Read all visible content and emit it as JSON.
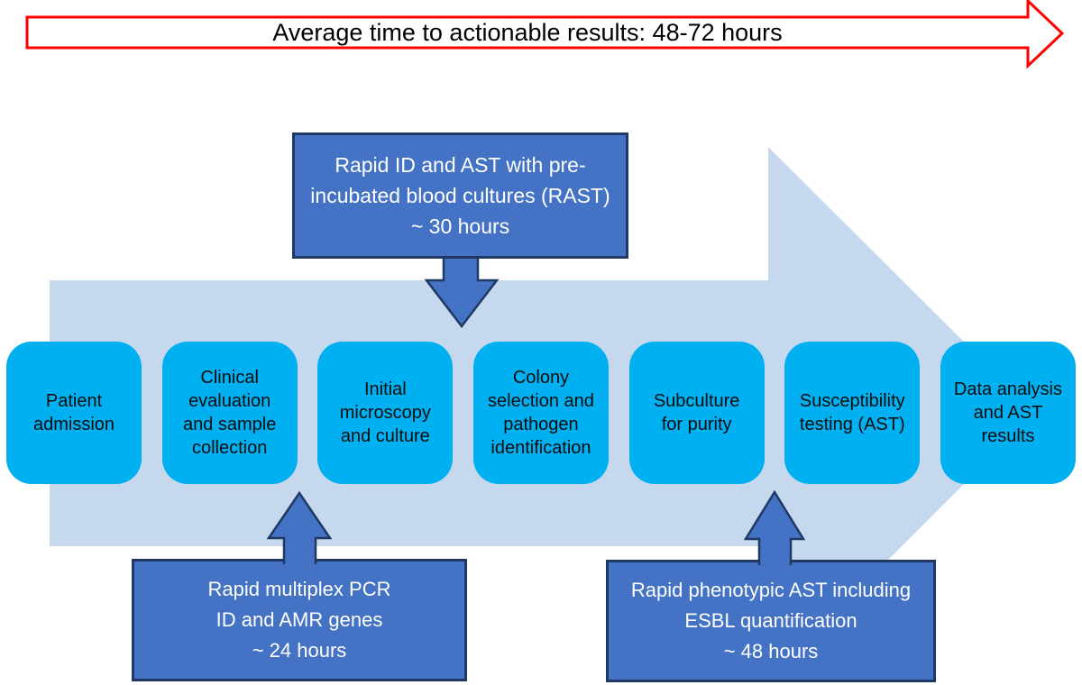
{
  "banner": {
    "text": "Average time to actionable results: 48-72 hours"
  },
  "colors": {
    "banner_border": "#FF0000",
    "process_arrow": "#C5D8EE",
    "stage_fill": "#00B0F0",
    "callout_fill": "#4472C4",
    "callout_border": "#1F3864",
    "stage_text": "#0d0d0d",
    "callout_text": "#ffffff"
  },
  "stages": [
    {
      "label": "Patient admission"
    },
    {
      "label": "Clinical evaluation and sample collection"
    },
    {
      "label": "Initial microscopy and culture"
    },
    {
      "label": "Colony selection and pathogen identification"
    },
    {
      "label": "Subculture for purity"
    },
    {
      "label": "Susceptibility testing (AST)"
    },
    {
      "label": "Data analysis and AST results"
    }
  ],
  "callouts": {
    "top": {
      "lines": [
        "Rapid ID and AST with pre-",
        "incubated blood cultures (RAST)",
        "~ 30 hours"
      ]
    },
    "bottom_left": {
      "lines": [
        "Rapid multiplex PCR",
        "ID and AMR genes",
        "~ 24 hours"
      ]
    },
    "bottom_right": {
      "lines": [
        "Rapid phenotypic AST including",
        "ESBL quantification",
        "~ 48 hours"
      ]
    }
  }
}
